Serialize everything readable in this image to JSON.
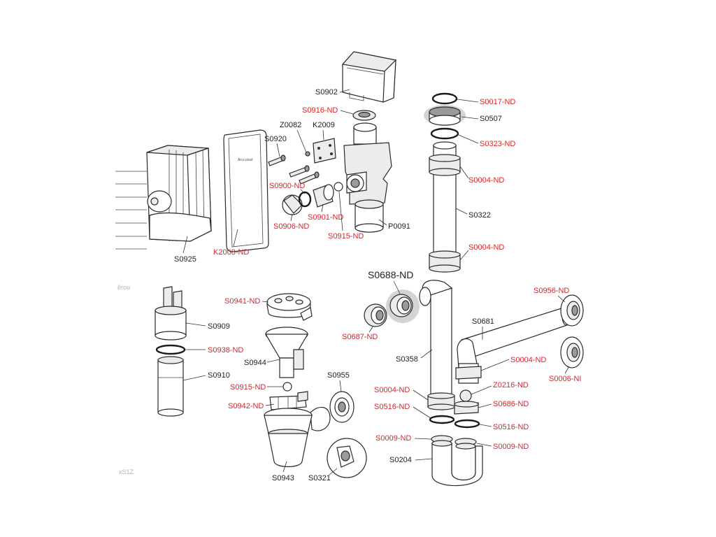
{
  "colors": {
    "red": "#d8262c",
    "black": "#222222",
    "highlight": "#d4d4d4"
  },
  "labels": {
    "S0902": "S0902",
    "S0916-ND": "S0916-ND",
    "Z0082": "Z0082",
    "K2009": "K2009",
    "S0920": "S0920",
    "S0900-ND": "S0900-ND",
    "S0906-ND": "S0906-ND",
    "S0901-ND": "S0901-ND",
    "S0915-ND-top": "S0915-ND",
    "P0091": "P0091",
    "K2008-ND": "K2008-ND",
    "S0925": "S0925",
    "S0017-ND": "S0017-ND",
    "S0507": "S0507",
    "S0323-ND": "S0323-ND",
    "S0004-ND-a": "S0004-ND",
    "S0322": "S0322",
    "S0004-ND-b": "S0004-ND",
    "S0688-ND": "S0688-ND",
    "S0687-ND": "S0687-ND",
    "S0681": "S0681",
    "S0956-ND": "S0956-ND",
    "S0358": "S0358",
    "S0004-ND-c": "S0004-ND",
    "S0006-ND": "S0006-NI",
    "S0004-ND-d": "S0004-ND",
    "Z0216-ND": "Z0216-ND",
    "S0516-ND-a": "S0516-ND",
    "S0686-ND": "S0686-ND",
    "S0516-ND-b": "S0516-ND",
    "S0009-ND-a": "S0009-ND",
    "S0009-ND-b": "S0009-ND",
    "S0204": "S0204",
    "S0941-ND": "S0941-ND",
    "S0909": "S0909",
    "S0938-ND": "S0938-ND",
    "S0944": "S0944",
    "S0910": "S0910",
    "S0955": "S0955",
    "S0915-ND-bottom": "S0915-ND",
    "S0942-ND": "S0942-ND",
    "S0943": "S0943",
    "S0321": "S0321"
  },
  "faint_texts": {
    "erou": "êrou",
    "xs1z": "xS1Z"
  },
  "panel_logo": "Alca plast"
}
